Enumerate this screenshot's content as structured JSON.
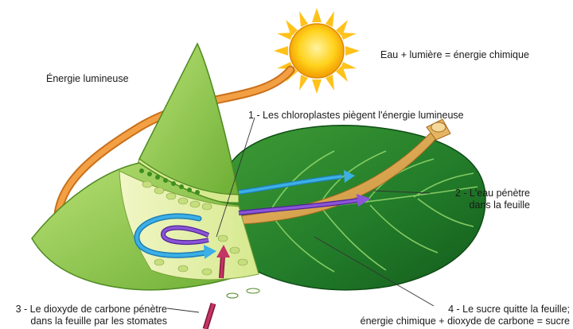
{
  "labels": {
    "equation": "Eau + lumière = énergie chimique",
    "light_energy": "Énergie lumineuse",
    "step1": "1 - Les chloroplastes piègent l'énergie lumineuse",
    "step2_line1": "2 - L'eau pénètre",
    "step2_line2": "dans la feuille",
    "step3_line1": "3 - Le dioxyde de carbone pénètre",
    "step3_line2": "dans la feuille par les stomates",
    "step4_line1": "4 - Le sucre quitte la feuille;",
    "step4_line2": "énergie chimique + dioxyde de carbone = sucre"
  },
  "colors": {
    "sun": "#f7b500",
    "light_arrow": "#f0922b",
    "water_arrow": "#2ea3d8",
    "sugar_arrow": "#7a3fc4",
    "co2_arrow": "#b0224e",
    "leaf_dark": "#1f7a2a",
    "leaf_light": "#7fc43d"
  }
}
